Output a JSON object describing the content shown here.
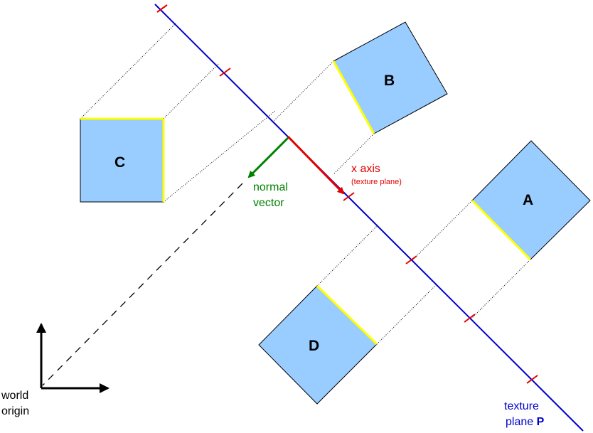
{
  "texture_plane": {
    "line1": "texture",
    "line2_prefix": "plane ",
    "line2_bold": "P",
    "color": "#0000cc"
  },
  "x_axis": {
    "label": "x axis",
    "sublabel": "(texture plane)",
    "color": "#e00000"
  },
  "normal": {
    "line1": "normal",
    "line2": "vector",
    "color": "#008000"
  },
  "world_origin": {
    "line1": "world",
    "line2": "origin"
  },
  "squares": {
    "A": "A",
    "B": "B",
    "C": "C",
    "D": "D",
    "fill": "#99ccff",
    "edge_color": "#ffff00"
  }
}
